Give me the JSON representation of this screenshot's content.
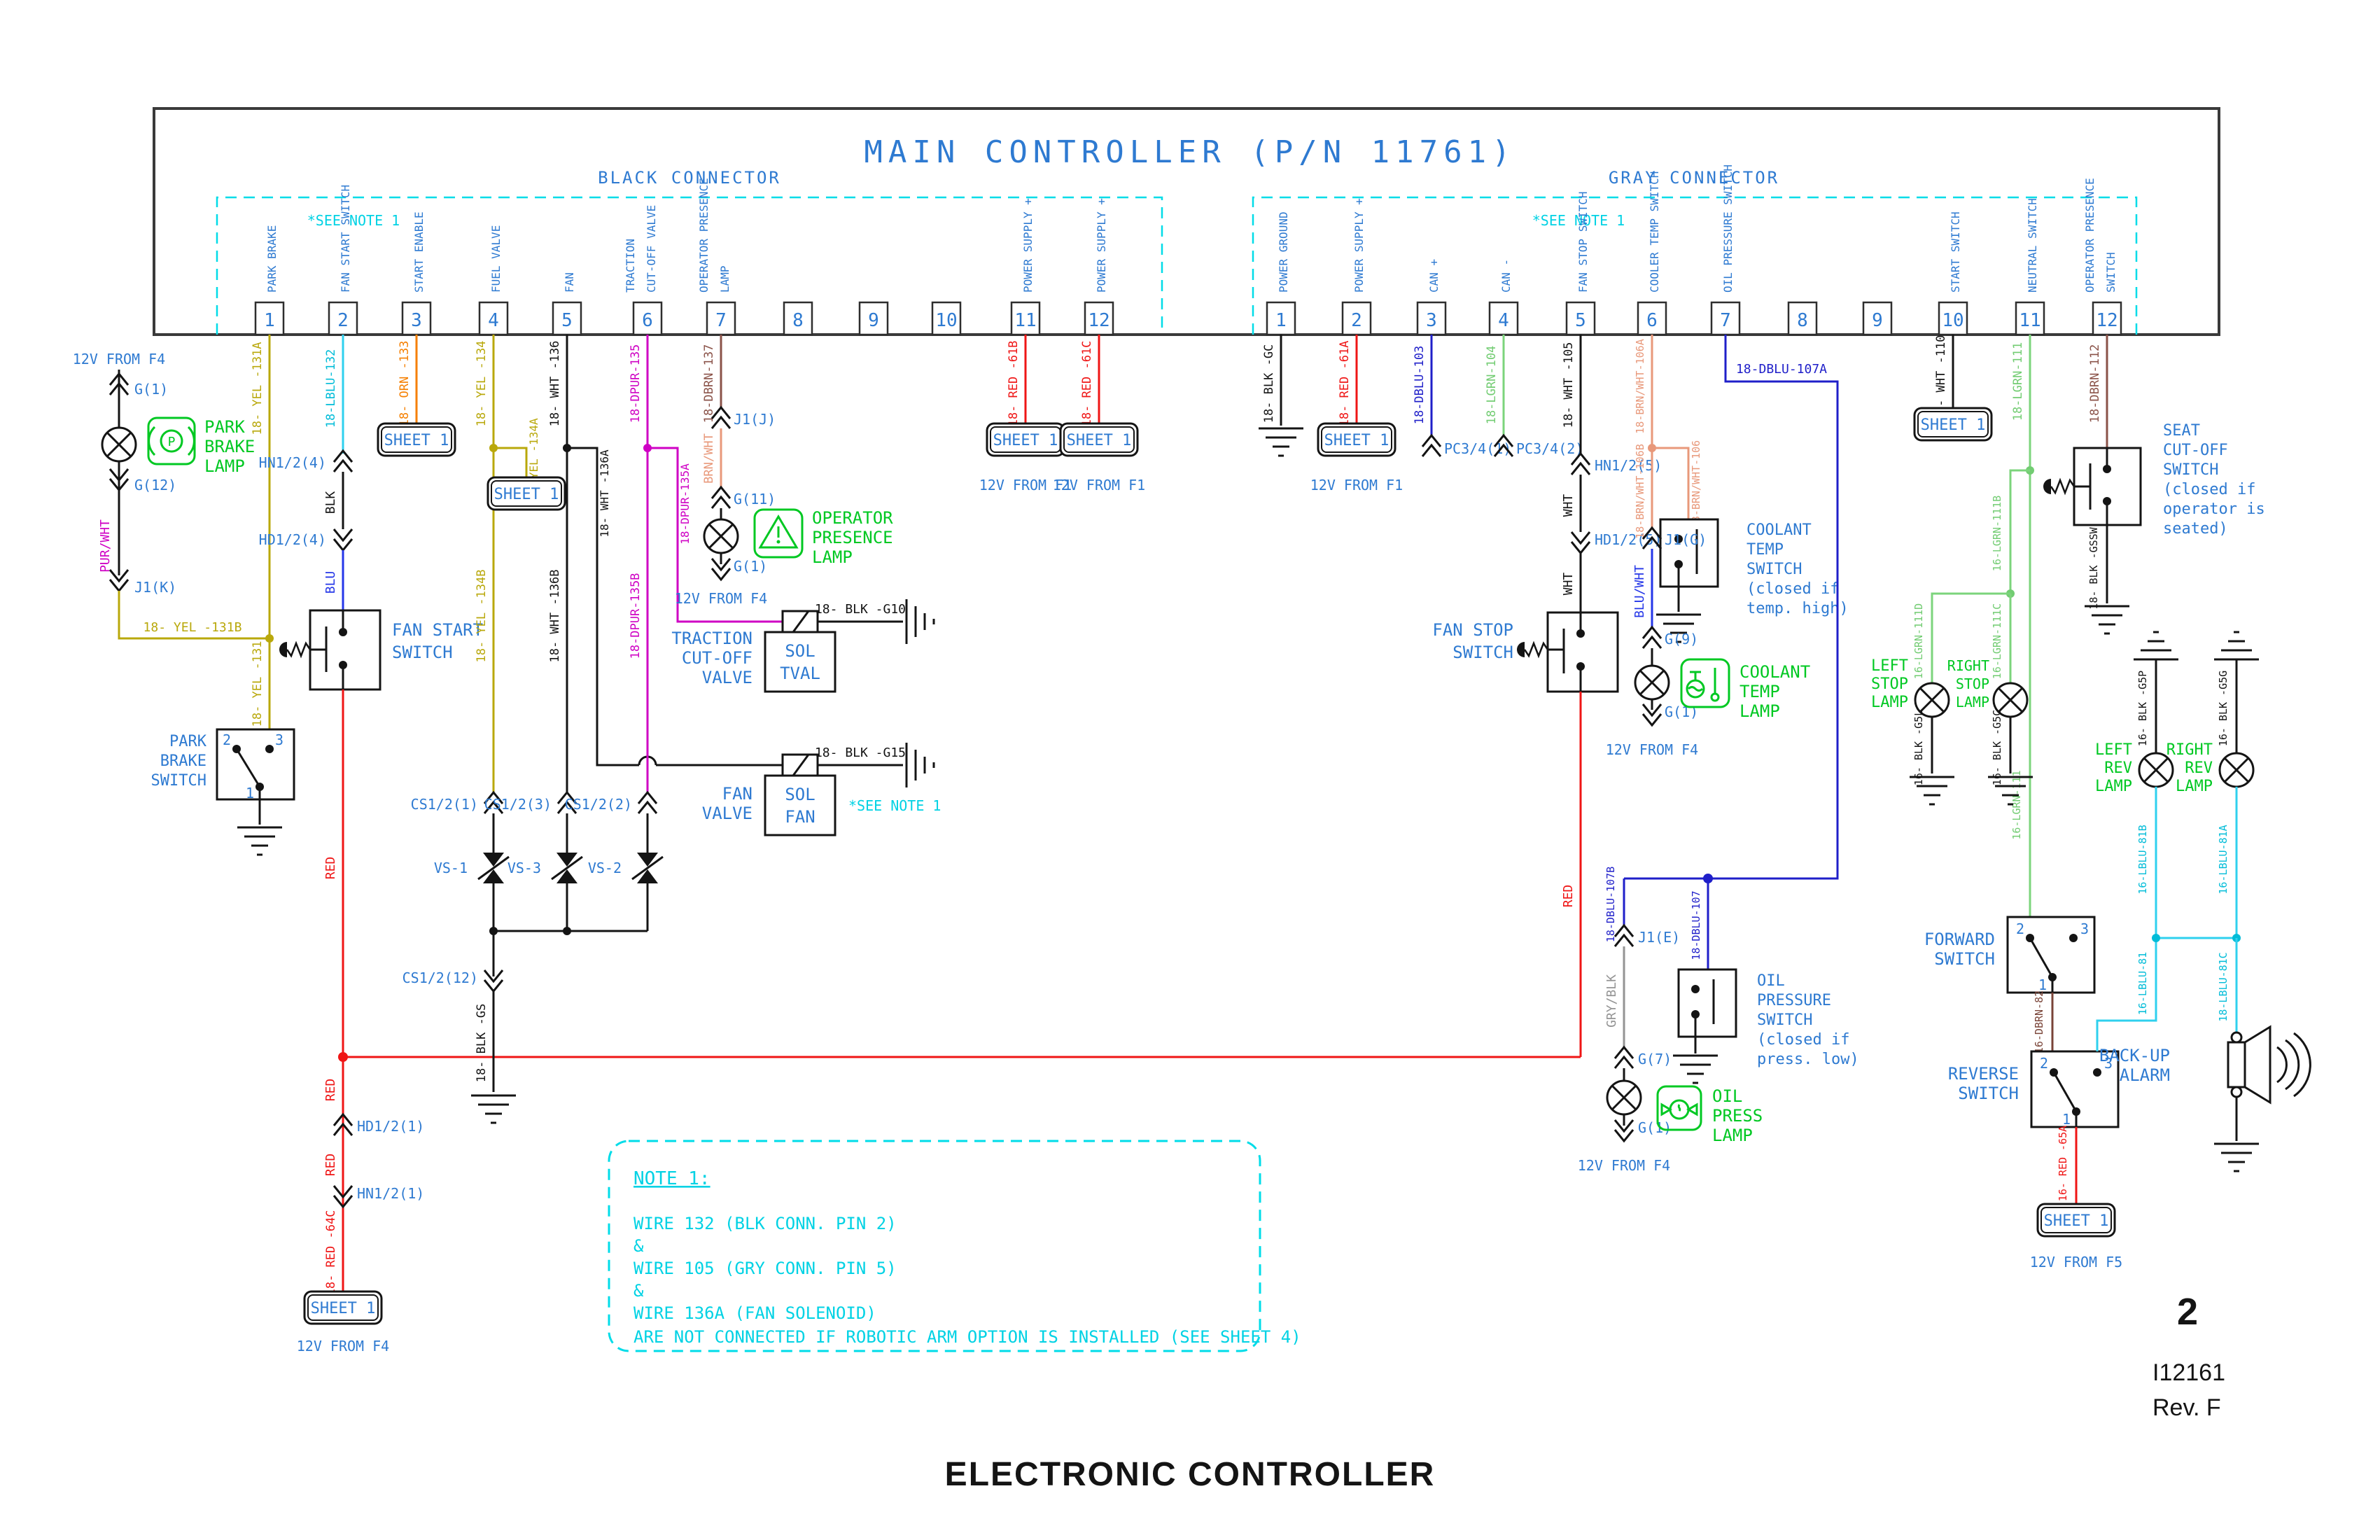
{
  "title": "MAIN CONTROLLER (P/N 11761)",
  "footer": {
    "page": "2",
    "doc": "I12161",
    "rev": "Rev. F",
    "caption": "ELECTRONIC CONTROLLER"
  },
  "note": {
    "heading": "NOTE 1:",
    "l1": "WIRE 132 (BLK CONN. PIN 2)",
    "amp1": "&",
    "l2": "WIRE 105 (GRY CONN. PIN 5)",
    "amp2": "&",
    "l3": "WIRE 136A (FAN SOLENOID)",
    "l4": "ARE NOT CONNECTED IF ROBOTIC ARM OPTION IS INSTALLED (SEE SHEET 4)"
  },
  "connectors": {
    "black": {
      "label": "BLACK CONNECTOR",
      "see_note": "*SEE NOTE 1",
      "pins": [
        {
          "num": "1",
          "label": "PARK BRAKE"
        },
        {
          "num": "2",
          "label": "FAN START SWITCH"
        },
        {
          "num": "3",
          "label": "START ENABLE"
        },
        {
          "num": "4",
          "label": "FUEL VALVE"
        },
        {
          "num": "5",
          "label": "FAN"
        },
        {
          "num": "6",
          "label": "TRACTION",
          "label2": "CUT-OFF VALVE"
        },
        {
          "num": "7",
          "label": "OPERATOR PRESENCE",
          "label2": "LAMP"
        },
        {
          "num": "8",
          "label": ""
        },
        {
          "num": "9",
          "label": ""
        },
        {
          "num": "10",
          "label": ""
        },
        {
          "num": "11",
          "label": "POWER SUPPLY +"
        },
        {
          "num": "12",
          "label": "POWER SUPPLY +"
        }
      ]
    },
    "gray": {
      "label": "GRAY CONNECTOR",
      "see_note": "*SEE NOTE 1",
      "pins": [
        {
          "num": "1",
          "label": "POWER GROUND"
        },
        {
          "num": "2",
          "label": "POWER SUPPLY +"
        },
        {
          "num": "3",
          "label": "CAN +"
        },
        {
          "num": "4",
          "label": "CAN -"
        },
        {
          "num": "5",
          "label": "FAN STOP SWITCH"
        },
        {
          "num": "6",
          "label": "COOLER TEMP SWITCH"
        },
        {
          "num": "7",
          "label": "OIL PRESSURE SWITCH"
        },
        {
          "num": "8",
          "label": ""
        },
        {
          "num": "9",
          "label": ""
        },
        {
          "num": "10",
          "label": "START SWITCH"
        },
        {
          "num": "11",
          "label": "NEUTRAL SWITCH"
        },
        {
          "num": "12",
          "label": "OPERATOR PRESENCE",
          "label2": "SWITCH"
        }
      ]
    }
  },
  "wires": {
    "y131a": "18- YEL -131A",
    "y131b": "18- YEL -131B",
    "y131": "18- YEL -131",
    "lblu132": "18-LBLU-132",
    "orn133": "18- ORN -133",
    "yel134": "18- YEL -134",
    "yel134a": "16- YEL -134A",
    "yel134b": "18- YEL -134B",
    "wht136": "18- WHT -136",
    "wht136a": "18- WHT -136A",
    "wht136b": "18- WHT -136B",
    "dpur135": "18-DPUR-135",
    "dpur135a": "18-DPUR-135A",
    "dpur135b": "18-DPUR-135B",
    "dbrn137": "18-DBRN-137",
    "red61b": "18- RED -61B",
    "red61c": "18- RED -61C",
    "blkg10": "18- BLK -G10",
    "blkg15": "18- BLK -G15",
    "blkgs": "18- BLK -GS",
    "red64c": "18- RED -64C",
    "blkgc": "18- BLK -GC",
    "red61a": "18- RED -61A",
    "dblu103": "18-DBLU-103",
    "lgrn104": "18-LGRN-104",
    "wht105": "18- WHT -105",
    "brnwht106a": "18-BRN/WHT-106A",
    "brnwht106b": "18-BRN/WHT-106B",
    "brnwht106": "18-BRN/WHT-106",
    "dblu107a": "18-DBLU-107A",
    "dblu107b": "18-DBLU-107B",
    "dblu107": "18-DBLU-107",
    "wht110": "18- WHT -110",
    "lgrn111": "18-LGRN-111",
    "lgrn111_16": "16-LGRN-111",
    "lgrn111b": "16-LGRN-111B",
    "lgrn111c": "16-LGRN-111C",
    "lgrn111d": "16-LGRN-111D",
    "dbrn112": "18-DBRN-112",
    "blkgssw": "18- BLK -GSSW",
    "blkg5l": "16- BLK -G5L",
    "blkg5c": "16- BLK -G5C",
    "blkg5p": "16- BLK -G5P",
    "blkg5g": "16- BLK -G5G",
    "lblu81": "16-LBLU-81",
    "lblu81a": "16-LBLU-81A",
    "lblu81b": "16-LBLU-81B",
    "lblu81c": "18-LBLU-81C",
    "dbrn82": "16-DBRN-82",
    "red65a": "16- RED -65A"
  },
  "refs": {
    "g1": "G(1)",
    "g12": "G(12)",
    "j1k": "J1(K)",
    "hn124": "HN1/2(4)",
    "hd124": "HD1/2(4)",
    "hd121": "HD1/2(1)",
    "hn121": "HN1/2(1)",
    "j1j": "J1(J)",
    "g11": "G(11)",
    "cs121": "CS1/2(1)",
    "cs123": "CS1/2(3)",
    "cs122": "CS1/2(2)",
    "cs1212": "CS1/2(12)",
    "vs1": "VS-1",
    "vs2": "VS-2",
    "vs3": "VS-3",
    "pc341": "PC3/4(1)",
    "pc342": "PC3/4(2)",
    "hn125": "HN1/2(5)",
    "hd125": "HD1/2(5)",
    "j1g": "J1(G)",
    "g9": "G(9)",
    "j1e": "J1(E)",
    "g7": "G(7)"
  },
  "cond": {
    "red": "RED",
    "blk": "BLK",
    "blu": "BLU",
    "wht": "WHT",
    "purwht": "PUR/WHT",
    "bluwht": "BLU/WHT",
    "gryblk": "GRY/BLK",
    "brnwht": "BRN/WHT"
  },
  "sources": {
    "f4": "12V FROM F4",
    "f1": "12V FROM F1",
    "f5": "12V FROM F5",
    "sheet": "SHEET 1"
  },
  "components": {
    "park_brake_lamp": [
      "PARK",
      "BRAKE",
      "LAMP"
    ],
    "park_brake_switch": [
      "PARK",
      "BRAKE",
      "SWITCH"
    ],
    "fan_start_switch": [
      "FAN START",
      "SWITCH"
    ],
    "traction_valve": [
      "TRACTION",
      "CUT-OFF",
      "VALVE"
    ],
    "sol_tval": [
      "SOL",
      "TVAL"
    ],
    "fan_valve": [
      "FAN",
      "VALVE"
    ],
    "sol_fan": [
      "SOL",
      "FAN"
    ],
    "operator_presence_lamp": [
      "OPERATOR",
      "PRESENCE",
      "LAMP"
    ],
    "fan_stop_switch": [
      "FAN STOP",
      "SWITCH"
    ],
    "coolant_temp_switch": [
      "COOLANT",
      "TEMP",
      "SWITCH",
      "(closed if",
      "temp. high)"
    ],
    "coolant_temp_lamp": [
      "COOLANT",
      "TEMP",
      "LAMP"
    ],
    "oil_pressure_switch": [
      "OIL",
      "PRESSURE",
      "SWITCH",
      "(closed if",
      "press. low)"
    ],
    "oil_press_lamp": [
      "OIL",
      "PRESS",
      "LAMP"
    ],
    "seat_switch": [
      "SEAT",
      "CUT-OFF",
      "SWITCH",
      "(closed if",
      "operator is",
      "seated)"
    ],
    "left_stop_lamp": [
      "LEFT",
      "STOP",
      "LAMP"
    ],
    "right_stop_lamp": [
      "RIGHT",
      "STOP",
      "LAMP"
    ],
    "left_rev_lamp": [
      "LEFT",
      "REV",
      "LAMP"
    ],
    "right_rev_lamp": [
      "RIGHT",
      "REV",
      "LAMP"
    ],
    "forward_switch": [
      "FORWARD",
      "SWITCH"
    ],
    "reverse_switch": [
      "REVERSE",
      "SWITCH"
    ],
    "backup_alarm": [
      "BACK-UP",
      "ALARM"
    ]
  },
  "switch_pins": {
    "p1": "1",
    "p2": "2",
    "p3": "3"
  },
  "icons": {
    "park_p": "P"
  },
  "palette": {
    "label_blue": "#2e7ad1",
    "dash_cyan": "#00dce8",
    "lamp_green": "#00c822",
    "wire_red": "#ef1515",
    "wire_yellow": "#b9a80b",
    "wire_dblu": "#1f1fc9",
    "wire_lblu": "#2fd0ee",
    "wire_dpur": "#cf00c4",
    "wire_orange": "#f57f00",
    "wire_lgrn": "#7cd47c",
    "wire_brnwht": "#e8987a"
  }
}
